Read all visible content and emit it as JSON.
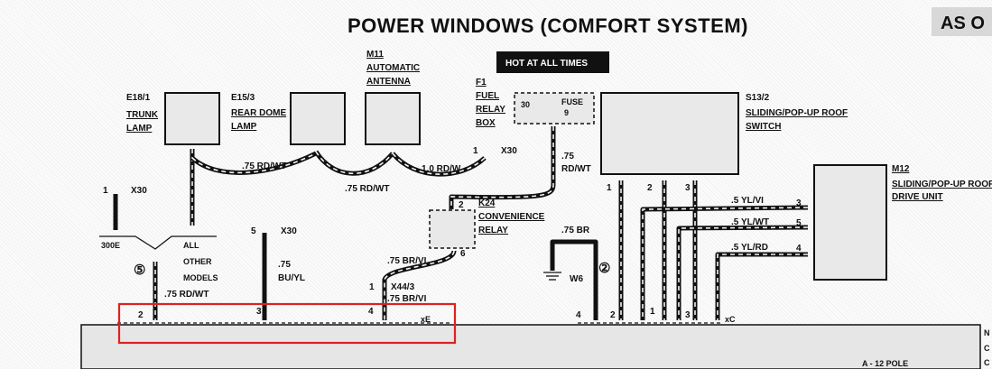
{
  "title": "POWER WINDOWS (COMFORT SYSTEM)",
  "as_of": "AS O",
  "hot_label": "HOT AT ALL TIMES",
  "components": {
    "e18": {
      "id": "E18/1",
      "l1": "TRUNK",
      "l2": "LAMP"
    },
    "e15": {
      "id": "E15/3",
      "l1": "REAR DOME",
      "l2": "LAMP"
    },
    "m11": {
      "id": "M11",
      "l1": "AUTOMATIC",
      "l2": "ANTENNA"
    },
    "f1": {
      "id": "F1",
      "l1": "FUEL",
      "l2": "RELAY",
      "l3": "BOX",
      "fuse_pin": "30",
      "fuse_label": "FUSE",
      "fuse_num": "9"
    },
    "s13": {
      "id": "S13/2",
      "l1": "SLIDING/POP-UP ROOF",
      "l2": "SWITCH"
    },
    "k24": {
      "id": "K24",
      "l1": "CONVENIENCE",
      "l2": "RELAY"
    },
    "m12": {
      "id": "M12",
      "l1": "SLIDING/POP-UP ROOF",
      "l2": "DRIVE UNIT"
    }
  },
  "wires": {
    "rd_wt_1": ".75 RD/WT",
    "rd_wt_2": ".75 RD/WT",
    "rd_w": "1.0 RD/W",
    "f1_out_1": ".75",
    "f1_out_2": "RD/WT",
    "br_1": ".75 BR",
    "br_vi": ".75 BR/VI",
    "br_vi_2": ".75 BR/VI",
    "bu_yl_1": ".75",
    "bu_yl_2": "BU/YL",
    "rd_wt_3": ".75 RD/WT",
    "yl_vi": ".5 YL/VI",
    "yl_wt": ".5 YL/WT",
    "yl_rd": ".5 YL/RD"
  },
  "connectors": {
    "x30_a_pin": "1",
    "x30_a": "X30",
    "x30_b_pin": "1",
    "x30_b": "X30",
    "x30_c_pin": "5",
    "x30_c": "X30",
    "x44_pin": "1",
    "x44": "X44/3",
    "w6": "W6",
    "xe": "xE",
    "xc": "xC"
  },
  "pins": {
    "k24_2": "2",
    "k24_6": "6",
    "s13_1": "1",
    "s13_2": "2",
    "s13_3": "3",
    "m12_3": "3",
    "m12_5": "5",
    "m12_4": "4",
    "bot_2": "2",
    "bot_3": "3",
    "bot_4": "4",
    "bot_r4": "4",
    "bot_r2": "2",
    "bot_r1": "1",
    "bot_r3": "3"
  },
  "branch": {
    "left": "300E",
    "right_1": "ALL",
    "right_2": "OTHER",
    "right_3": "MODELS",
    "circle_5": "⑤",
    "circle_2": "②"
  },
  "module_text": "A - 12 POLE",
  "edge_letters": [
    "N",
    "C",
    "C"
  ]
}
